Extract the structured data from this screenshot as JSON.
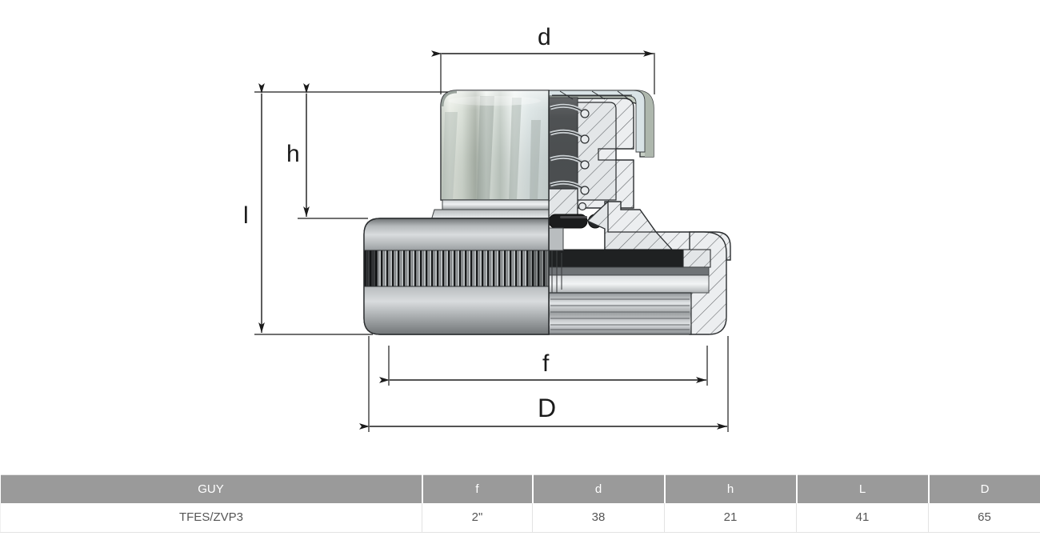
{
  "drawing": {
    "title": "Tank filler cap cross-section technical drawing",
    "dimension_labels": [
      {
        "id": "d",
        "text": "d",
        "orientation": "horizontal",
        "position": "top"
      },
      {
        "id": "h",
        "text": "h",
        "orientation": "vertical",
        "position": "left-inner"
      },
      {
        "id": "l",
        "text": "l",
        "orientation": "vertical",
        "position": "left-outer"
      },
      {
        "id": "f",
        "text": "f",
        "orientation": "horizontal",
        "position": "bottom-inner"
      },
      {
        "id": "D",
        "text": "D",
        "orientation": "horizontal",
        "position": "bottom-outer"
      }
    ],
    "label_d": "d",
    "label_h": "h",
    "label_l": "l",
    "label_f": "f",
    "label_D": "D",
    "colors": {
      "line": "#1a1a1a",
      "metal_light": "#e9ecee",
      "metal_mid": "#a9adaf",
      "metal_dark": "#3c3f41",
      "knob_tint": "#dfe6df",
      "seal_black": "#1c1c1c"
    }
  },
  "spec_table": {
    "headers": [
      "GUY",
      "f",
      "d",
      "h",
      "L",
      "D"
    ],
    "rows": [
      [
        "TFES/ZVP3",
        "2\"",
        "38",
        "21",
        "41",
        "65"
      ]
    ],
    "header_bg": "#9a9a9a",
    "header_color": "#ffffff",
    "cell_color": "#555555"
  }
}
